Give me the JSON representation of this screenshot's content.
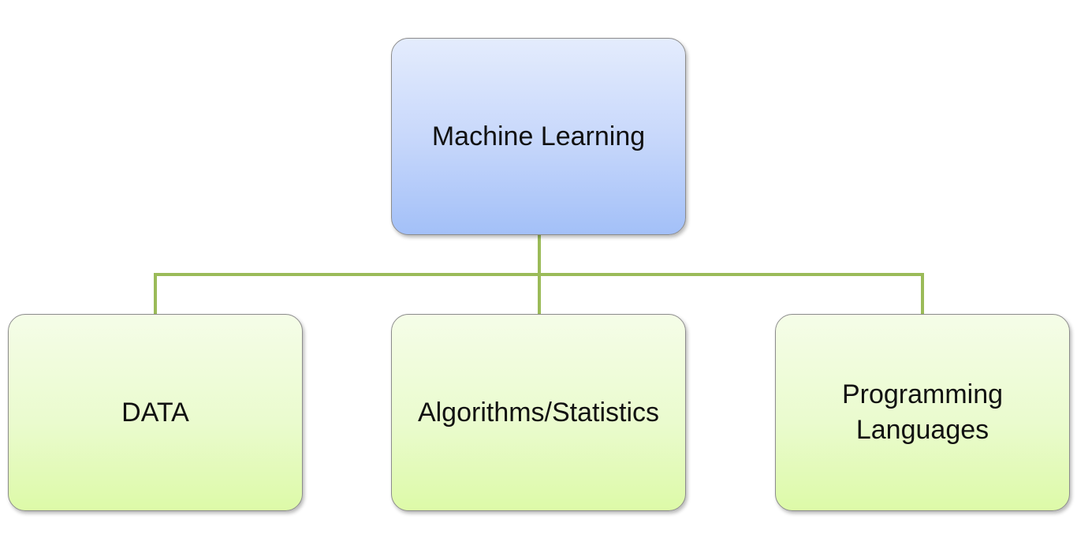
{
  "diagram": {
    "root": {
      "label": "Machine Learning"
    },
    "children": [
      {
        "label": "DATA"
      },
      {
        "label": "Algorithms/Statistics"
      },
      {
        "label": "Programming Languages"
      }
    ]
  },
  "colors": {
    "root_fill_top": "#e4ecfd",
    "root_fill_bottom": "#a3c0f8",
    "child_fill_top": "#f5fde8",
    "child_fill_bottom": "#ddfaa8",
    "connector": "#9bbb59",
    "border": "#8c8c8c"
  }
}
